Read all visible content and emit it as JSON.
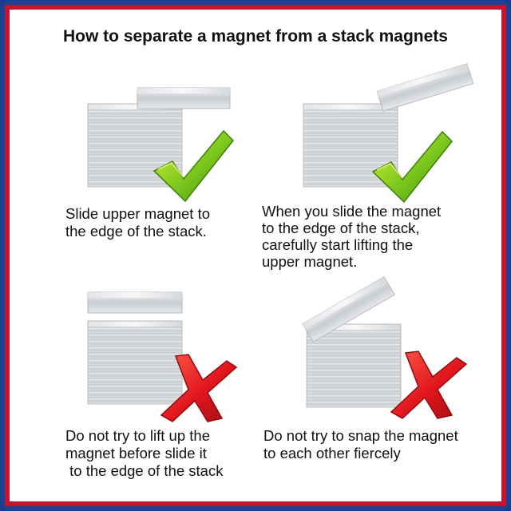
{
  "title": "How to separate a magnet from a stack magnets",
  "colors": {
    "border_outer": "#1d3f8f",
    "border_inner": "#c4122f",
    "check_green": "#7ac61c",
    "cross_red": "#e0161d",
    "magnet_silver": "#d7d9dc"
  },
  "steps": [
    {
      "result": "correct",
      "icon": "check-icon",
      "caption": [
        "Slide upper magnet to",
        "the edge of the stack."
      ]
    },
    {
      "result": "correct",
      "icon": "check-icon",
      "caption": [
        "When you slide the magnet",
        "to the edge of the stack,",
        "carefully start lifting the",
        "upper magnet."
      ]
    },
    {
      "result": "wrong",
      "icon": "cross-icon",
      "caption": [
        "Do not try to lift up the",
        "magnet before slide it",
        " to the edge of the stack"
      ]
    },
    {
      "result": "wrong",
      "icon": "cross-icon",
      "caption": [
        "Do not try to snap the magnet",
        "to each other fiercely"
      ]
    }
  ]
}
